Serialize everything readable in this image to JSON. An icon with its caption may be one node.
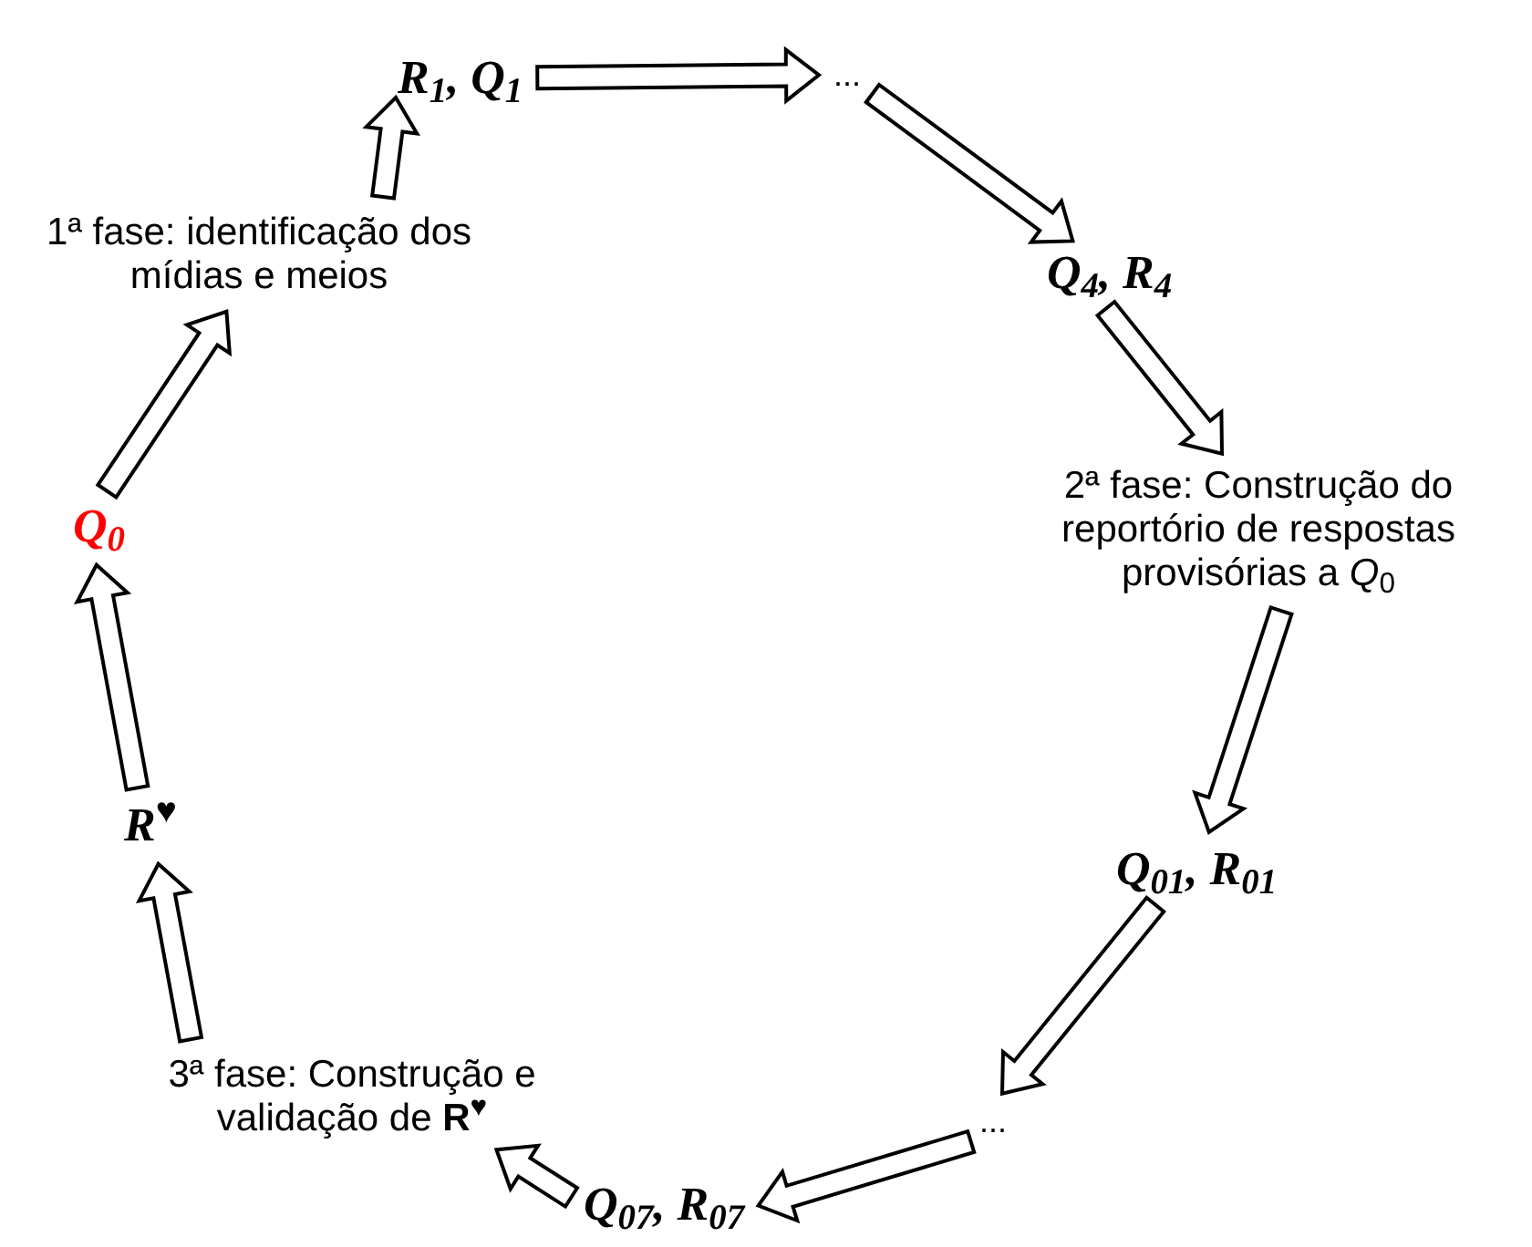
{
  "diagram": {
    "nodes": [
      {
        "text": [
          "Q$_{0}$"
        ]
      },
      {
        "text": [
          "1ª fase: identificação dos mídias e meios"
        ]
      },
      {
        "text": [
          "R$_{1}$, Q$_{1}$"
        ]
      },
      {
        "text": [
          "..."
        ]
      },
      {
        "text": [
          "Q$_{4}$, R$_{4}$"
        ]
      },
      {
        "text": [
          "2ª fase: Construção do reportório de respostas provisórias a *Q*$_{0}$"
        ]
      },
      {
        "text": [
          "Q$_{01}$, R$_{01}$"
        ]
      },
      {
        "text": [
          "..."
        ]
      },
      {
        "text": [
          "Q$_{07}$, R$_{07}$"
        ]
      },
      {
        "text": [
          "3ª fase: Construção e validação de **R**$^{♥}$"
        ]
      },
      {
        "text": [
          "R$^{♥}$"
        ]
      }
    ],
    "edges": [
      {
        "from": 0,
        "to": 1,
        "arrow": "to"
      },
      {
        "from": 1,
        "to": 2,
        "arrow": "to"
      },
      {
        "from": 2,
        "to": 3,
        "arrow": "to"
      },
      {
        "from": 3,
        "to": 4,
        "arrow": "to"
      },
      {
        "from": 4,
        "to": 5,
        "arrow": "to"
      },
      {
        "from": 5,
        "to": 6,
        "arrow": "to"
      },
      {
        "from": 6,
        "to": 7,
        "arrow": "to"
      },
      {
        "from": 7,
        "to": 8,
        "arrow": "to"
      },
      {
        "from": 8,
        "to": 9,
        "arrow": "to"
      },
      {
        "from": 9,
        "to": 10,
        "arrow": "to"
      },
      {
        "from": 10,
        "to": 0,
        "arrow": "to"
      }
    ]
  }
}
